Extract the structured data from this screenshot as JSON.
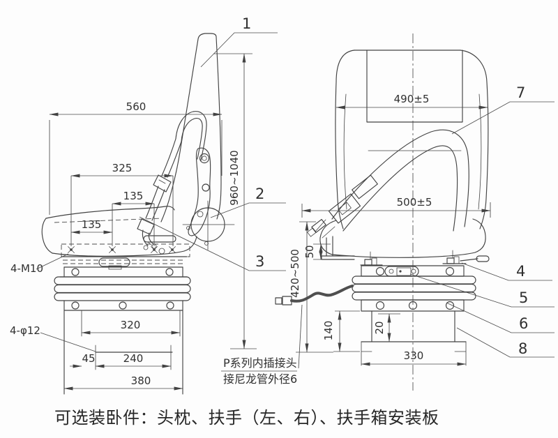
{
  "colors": {
    "background": "#fdfdfd",
    "line": "#424242",
    "text": "#303030"
  },
  "caption": "可选装卧件：头枕、扶手（左、右）、扶手箱安装板",
  "note": {
    "line1": "P系列内插接头",
    "line2": "接尼龙管外径6"
  },
  "parts": {
    "p1": "1",
    "p2": "2",
    "p3": "3",
    "p4": "4",
    "p5": "5",
    "p6": "6",
    "p7": "7",
    "p8": "8"
  },
  "left_view": {
    "dims": {
      "width_top": "560",
      "height_range": "960~1040",
      "d325": "325",
      "d135_upper": "135",
      "d135_lower": "135",
      "bolts": "4-M10",
      "holes": "4-φ12",
      "d320": "320",
      "d45": "45",
      "d240": "240",
      "d380": "380"
    }
  },
  "right_view": {
    "dims": {
      "backrest_width": "490±5",
      "cushion_width": "500±5",
      "d50": "50",
      "height_range": "420~500",
      "d140": "140",
      "d20": "20",
      "d330": "330"
    }
  }
}
